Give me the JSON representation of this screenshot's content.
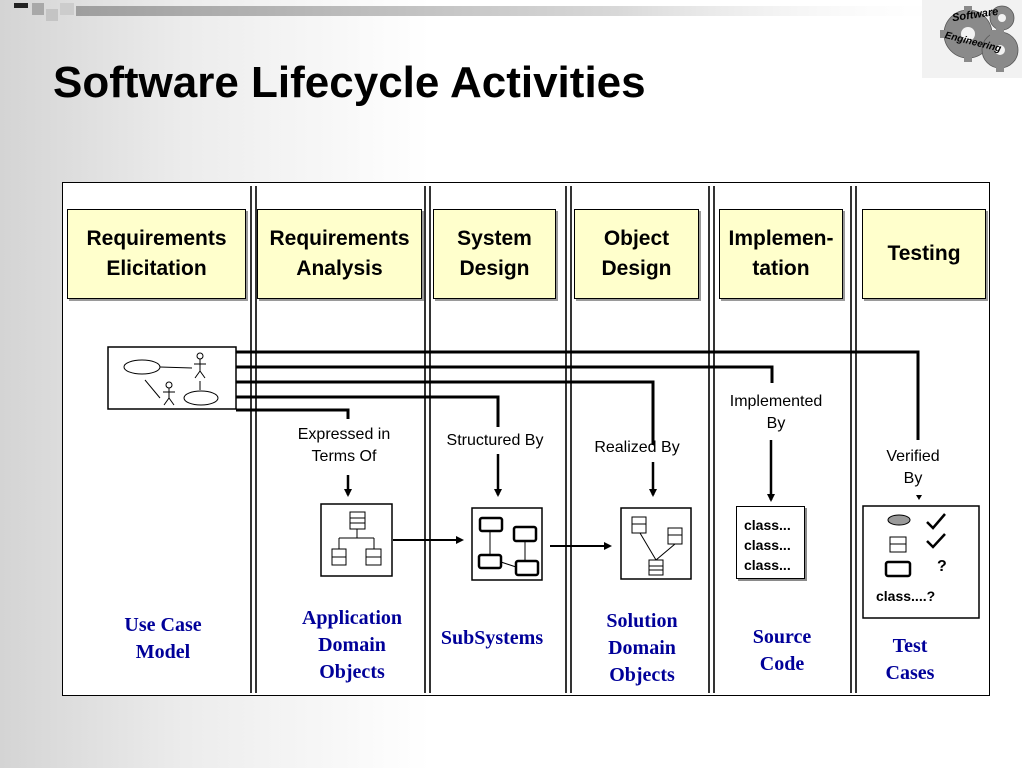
{
  "slide": {
    "title": "Software Lifecycle Activities",
    "logo": {
      "line1": "Software",
      "line2": "Engineering"
    }
  },
  "phases": [
    {
      "label": "Requirements\nElicitation"
    },
    {
      "label": "Requirements\nAnalysis"
    },
    {
      "label": "System\nDesign"
    },
    {
      "label": "Object\nDesign"
    },
    {
      "label": "Implemen-\ntation"
    },
    {
      "label": "Testing"
    }
  ],
  "relations": [
    {
      "label": "Expressed in\nTerms Of"
    },
    {
      "label": "Structured By"
    },
    {
      "label": "Realized By"
    },
    {
      "label": "Implemented\nBy"
    },
    {
      "label": "Verified\nBy"
    }
  ],
  "models": [
    {
      "label": "Use Case\nModel"
    },
    {
      "label": "Application\nDomain\nObjects"
    },
    {
      "label": "SubSystems"
    },
    {
      "label": "Solution\nDomain\nObjects"
    },
    {
      "label": "Source\nCode"
    },
    {
      "label": "Test\nCases"
    }
  ],
  "source_code_lines": [
    "class...",
    "class...",
    "class..."
  ],
  "test_cases": {
    "question_mark": "?",
    "class_line": "class....?"
  },
  "colors": {
    "phase_fill": "#ffffcc",
    "model_text": "#000099",
    "line": "#000000"
  }
}
